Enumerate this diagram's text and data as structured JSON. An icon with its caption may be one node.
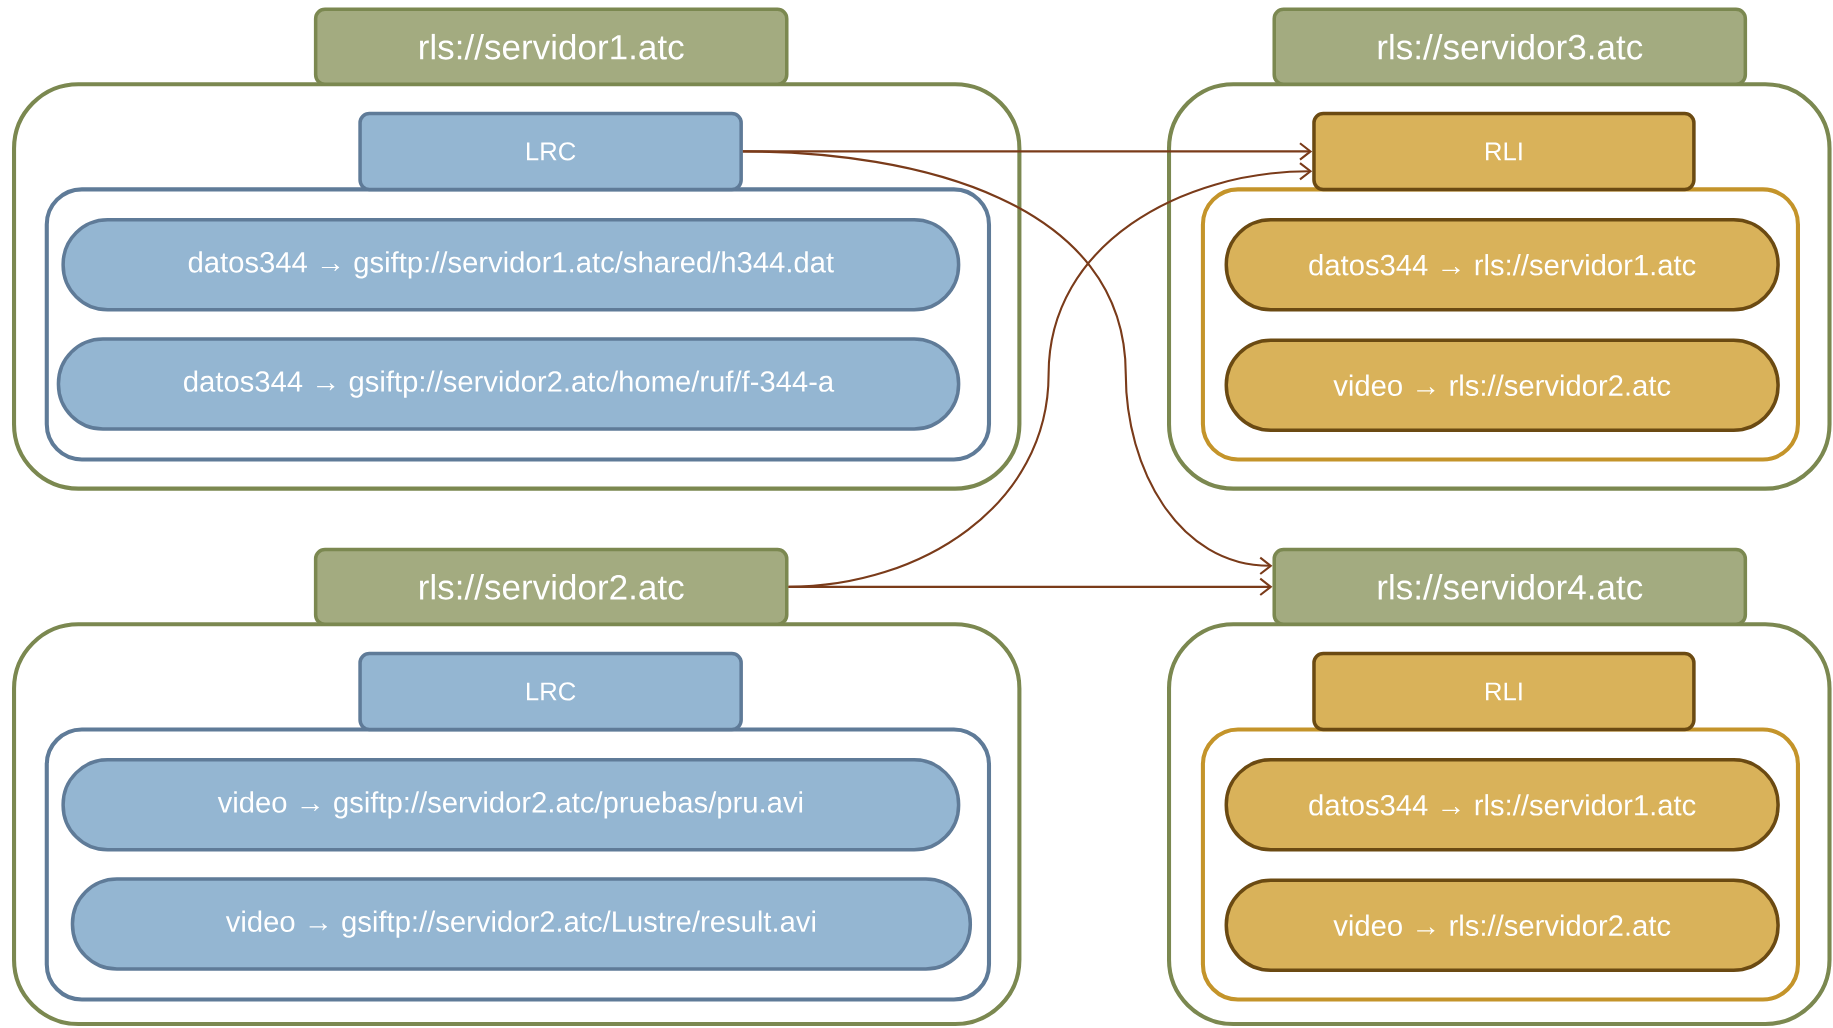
{
  "diagram": {
    "nodes": [
      {
        "text": [
          "rls://servidor1.atc"
        ]
      },
      {
        "text": [],
        "shape": "box"
      },
      {
        "text": [
          "LRC"
        ],
        "in": 1
      },
      {
        "text": [],
        "shape": "box",
        "in": 1
      },
      {
        "text": [
          "datos344 → gsiftp://servidor1.atc/shared/h344.dat"
        ],
        "in": 3
      },
      {
        "text": [
          "datos344 → gsiftp://servidor2.atc/home/ruf/f-344-a"
        ],
        "in": 3
      },
      {
        "text": [
          "rls://servidor3.atc"
        ]
      },
      {
        "text": [],
        "shape": "box"
      },
      {
        "text": [
          "RLI"
        ],
        "in": 7
      },
      {
        "text": [],
        "shape": "box",
        "in": 7
      },
      {
        "text": [
          "datos344 → rls://servidor1.atc"
        ],
        "in": 9
      },
      {
        "text": [
          "video → rls://servidor2.atc"
        ],
        "in": 9
      },
      {
        "text": [
          "rls://servidor2.atc"
        ]
      },
      {
        "text": [],
        "shape": "box"
      },
      {
        "text": [
          "LRC"
        ],
        "in": 13
      },
      {
        "text": [],
        "shape": "box",
        "in": 13
      },
      {
        "text": [
          "video → gsiftp://servidor2.atc/pruebas/pru.avi"
        ],
        "in": 15
      },
      {
        "text": [
          "video → gsiftp://servidor2.atc/Lustre/result.avi"
        ],
        "in": 15
      },
      {
        "text": [
          "rls://servidor4.atc"
        ]
      },
      {
        "text": [],
        "shape": "box"
      },
      {
        "text": [
          "RLI"
        ],
        "in": 19
      },
      {
        "text": [],
        "shape": "box",
        "in": 19
      },
      {
        "text": [
          "datos344 → rls://servidor1.atc"
        ],
        "in": 21
      },
      {
        "text": [
          "video → rls://servidor2.atc"
        ],
        "in": 21
      }
    ],
    "edges": [
      {
        "from": 2,
        "to": 8,
        "arrow": "to"
      },
      {
        "from": 2,
        "to": 18,
        "arrow": "to"
      },
      {
        "from": 12,
        "to": 8,
        "arrow": "to"
      },
      {
        "from": 12,
        "to": 18,
        "arrow": "to"
      }
    ]
  }
}
